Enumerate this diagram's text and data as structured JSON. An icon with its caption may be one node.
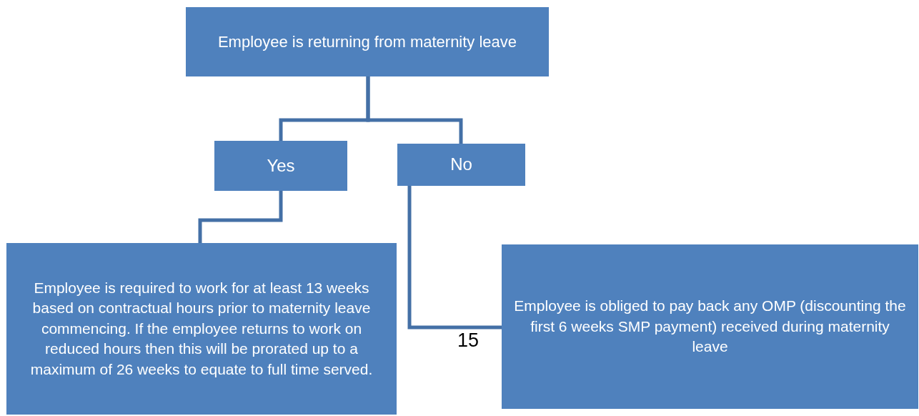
{
  "diagram": {
    "nodes": [
      {
        "text": [
          "Employee is returning from maternity leave"
        ]
      },
      {
        "text": [
          "Yes"
        ]
      },
      {
        "text": [
          "No"
        ]
      },
      {
        "text": [
          "Employee is required to work for at least 13 weeks based on contractual hours prior to maternity leave commencing. If the employee returns to work on reduced hours then this will be prorated up to a maximum of 26 weeks to equate to full time served."
        ]
      },
      {
        "text": [
          "Employee is obliged to pay back any OMP (discounting the first 6 weeks SMP payment) received during maternity leave"
        ]
      }
    ],
    "edges": [
      {
        "from": 0,
        "to": 1,
        "arrow": "none"
      },
      {
        "from": 0,
        "to": 2,
        "arrow": "none"
      },
      {
        "from": 1,
        "to": 3,
        "arrow": "none"
      },
      {
        "from": 2,
        "to": 4,
        "arrow": "none"
      }
    ],
    "labels": [
      "15"
    ]
  }
}
